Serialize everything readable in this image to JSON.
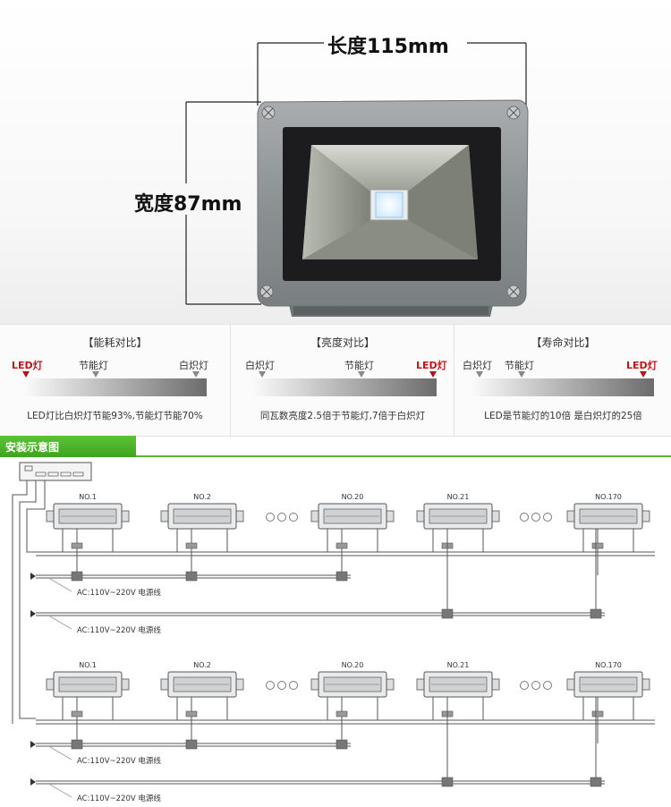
{
  "product": {
    "length_label": "长度115mm",
    "width_label": "宽度87mm"
  },
  "comparisons": [
    {
      "title": "【能耗对比】",
      "labels": [
        "LED灯",
        "节能灯",
        "白炽灯"
      ],
      "note": "LED灯比白炽灯节能93%,节能灯节能70%"
    },
    {
      "title": "【亮度对比】",
      "labels": [
        "白炽灯",
        "节能灯",
        "LED灯"
      ],
      "note": "同瓦数亮度2.5倍于节能灯,7倍于白炽灯"
    },
    {
      "title": "【寿命对比】",
      "labels": [
        "白炽灯",
        "节能灯",
        "LED灯"
      ],
      "note": "LED是节能灯的10倍 是白炽灯的25倍"
    }
  ],
  "install": {
    "title": "安装示意图",
    "rows": [
      {
        "lamps": [
          "NO.1",
          "NO.2",
          "NO.20",
          "NO.21",
          "NO.170"
        ],
        "power_lines": [
          "AC:110V~220V 电源线",
          "AC:110V~220V 电源线"
        ]
      },
      {
        "lamps": [
          "NO.1",
          "NO.2",
          "NO.20",
          "NO.21",
          "NO.170"
        ],
        "power_lines": [
          "AC:110V~220V 电源线",
          "AC:110V~220V 电源线"
        ]
      }
    ]
  },
  "colors": {
    "led_red": "#c0151b",
    "install_green": "#4db329",
    "lamp_housing": "#8e9396"
  }
}
